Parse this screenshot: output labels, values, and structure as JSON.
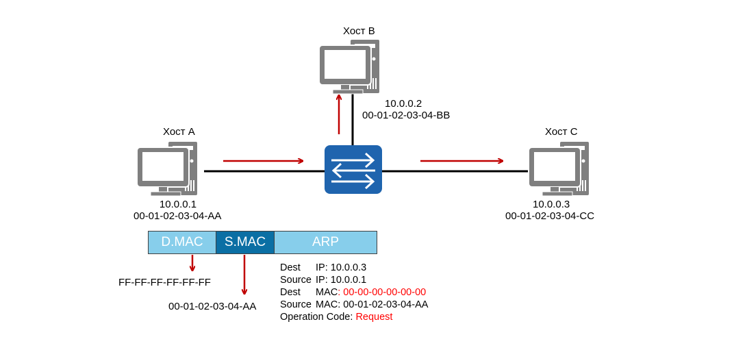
{
  "hosts": {
    "a": {
      "name": "Хост A",
      "ip": "10.0.0.1",
      "mac": "00-01-02-03-04-AA"
    },
    "b": {
      "name": "Хост B",
      "ip": "10.0.0.2",
      "mac": "00-01-02-03-04-BB"
    },
    "c": {
      "name": "Хост C",
      "ip": "10.0.0.3",
      "mac": "00-01-02-03-04-CC"
    }
  },
  "switch": {
    "icon": "switch-icon"
  },
  "frame": {
    "segments": [
      {
        "label": "D.MAC",
        "color": "#87CEEB"
      },
      {
        "label": "S.MAC",
        "color": "#0B6FA4"
      },
      {
        "label": "ARP",
        "color": "#87CEEB"
      }
    ],
    "dmac_value": "FF-FF-FF-FF-FF-FF",
    "smac_value": "00-01-02-03-04-AA"
  },
  "arp": {
    "dest_ip_key": "Dest",
    "dest_ip_label": "IP: ",
    "dest_ip": "10.0.0.3",
    "src_ip_key": "Source",
    "src_ip_label": "IP: ",
    "src_ip": "10.0.0.1",
    "dest_mac_key": "Dest",
    "dest_mac_label": "MAC",
    "dest_mac": ": 00-00-00-00-00-00",
    "src_mac_key": "Source",
    "src_mac_label": "MAC: ",
    "src_mac": "00-01-02-03-04-AA",
    "opcode_label": "Operation Code: ",
    "opcode": "Request"
  },
  "colors": {
    "arrow": "#C00000",
    "link": "#000000",
    "host": "#7F7F7F",
    "switch": "#1F64AE",
    "highlight": "#FF0000"
  }
}
